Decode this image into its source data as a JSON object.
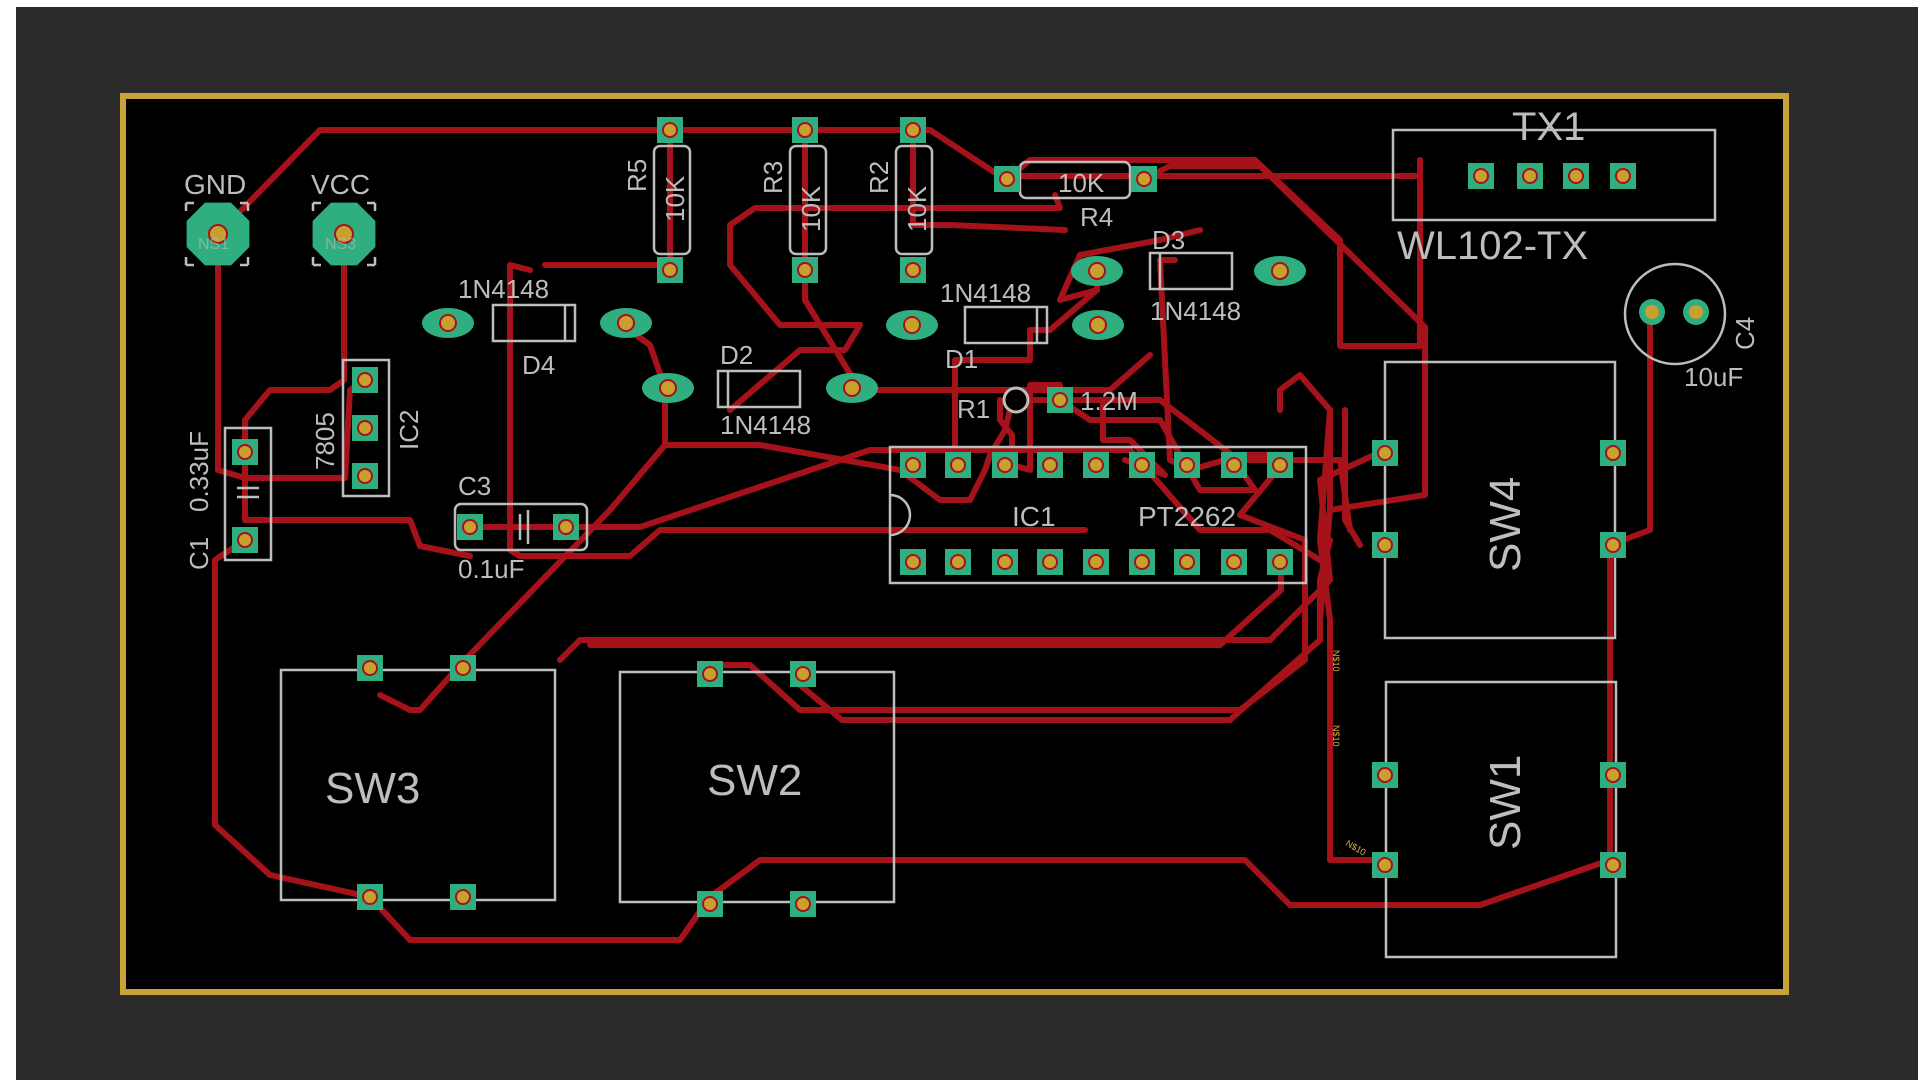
{
  "colors": {
    "background": "#2b2b2b",
    "board": "#000000",
    "board_outline": "#c9a23a",
    "trace": "#a5121a",
    "silkscreen": "#bdbdbd",
    "pad": "#2fae80",
    "drill": "#c8a030"
  },
  "labels": {
    "gnd": "GND",
    "vcc": "VCC",
    "gnd_pad": "NS1",
    "vcc_pad": "NS3",
    "r5": "R5",
    "r5_val": "10K",
    "r3": "R3",
    "r3_val": "10K",
    "r2": "R2",
    "r2_val": "10K",
    "r4": "R4",
    "r4_val": "10K",
    "r1": "R1",
    "r1_val": "1.2M",
    "d4": "D4",
    "d4_val": "1N4148",
    "d2": "D2",
    "d2_val": "1N4148",
    "d1": "D1",
    "d1_val": "1N4148",
    "d3": "D3",
    "d3_val": "1N4148",
    "ic2": "IC2",
    "ic2_val": "7805",
    "c1": "C1",
    "c1_val": "0.33uF",
    "c3": "C3",
    "c3_val": "0.1uF",
    "c4": "C4",
    "c4_val": "10uF",
    "ic1": "IC1",
    "ic1_val": "PT2262",
    "tx1": "TX1",
    "tx1_val": "WL102-TX",
    "sw1": "SW1",
    "sw2": "SW2",
    "sw3": "SW3",
    "sw4": "SW4",
    "trace_tag_1": "N$10",
    "trace_tag_2": "N$10",
    "trace_tag_3": "N$10"
  }
}
